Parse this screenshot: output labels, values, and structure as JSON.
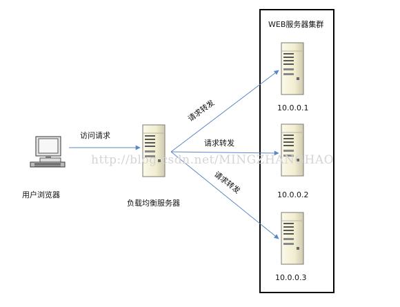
{
  "cluster": {
    "title": "WEB服务器集群",
    "servers": [
      {
        "ip": "10.0.0.1"
      },
      {
        "ip": "10.0.0.2"
      },
      {
        "ip": "10.0.0.3"
      }
    ]
  },
  "client": {
    "label": "用户浏览器"
  },
  "load_balancer": {
    "label": "负载均衡服务器"
  },
  "edges": {
    "client_to_lb": "访问请求",
    "lb_to_server_1": "请求转发",
    "lb_to_server_2": "请求转发",
    "lb_to_server_3": "请求转发"
  },
  "watermark": "http://blog.csdn.net/MINGZHANGHAO",
  "colors": {
    "arrow": "#5b87c5",
    "box_border": "#000000",
    "server_body": "#f4f1d8"
  }
}
